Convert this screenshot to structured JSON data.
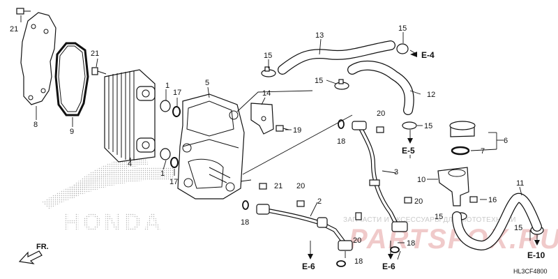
{
  "labels": {
    "p1a": "1",
    "p1b": "1",
    "p2": "2",
    "p3": "3",
    "p4": "4",
    "p5": "5",
    "p6": "6",
    "p7": "7",
    "p8": "8",
    "p9": "9",
    "p10": "10",
    "p11": "11",
    "p12": "12",
    "p13": "13",
    "p14": "14",
    "p15a": "15",
    "p15b": "15",
    "p15c": "15",
    "p15d": "15",
    "p15e": "15",
    "p15f": "15",
    "p16": "16",
    "p17a": "17",
    "p17b": "17",
    "p18a": "18",
    "p18b": "18",
    "p18c": "18",
    "p18d": "18",
    "p19": "19",
    "p20a": "20",
    "p20b": "20",
    "p20c": "20",
    "p20d": "20",
    "p21a": "21",
    "p21b": "21",
    "p21c": "21"
  },
  "refs": {
    "e4": "E-4",
    "e5": "E-5",
    "e6a": "E-6",
    "e6b": "E-6",
    "e10": "E-10"
  },
  "front_label": "FR.",
  "diagram_code": "HL3CF4800",
  "brand_mark": "HONDA",
  "watermark": {
    "line1": "ЗАПЧАСТИ И АКСЕССУАРЫ ДЛЯ МОТОТЕХНИКИ",
    "line2": "PARTSFOX.RU"
  }
}
